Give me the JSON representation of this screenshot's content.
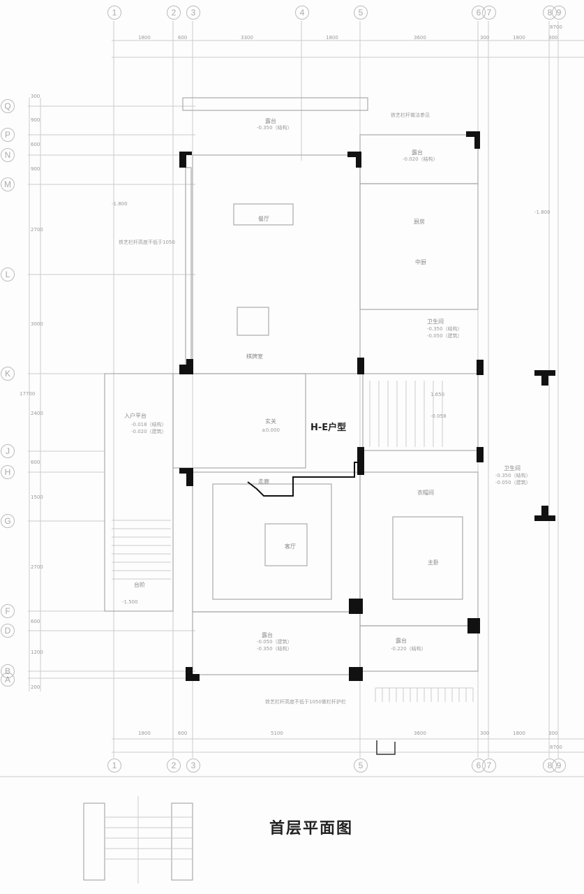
{
  "title": "首层平面图",
  "unit_type": "H-E户型",
  "col_axes": [
    "1",
    "2",
    "3",
    "4",
    "5",
    "6",
    "7",
    "8",
    "9"
  ],
  "row_axes": [
    "Q",
    "P",
    "N",
    "M",
    "L",
    "K",
    "J",
    "H",
    "G",
    "F",
    "D",
    "B",
    "A"
  ],
  "top_dims": [
    "1800",
    "600",
    "3300",
    "1800",
    "3600",
    "300",
    "1800",
    "300"
  ],
  "top_total": "8700",
  "bottom_dims": [
    "1800",
    "600",
    "5100",
    "3600",
    "300",
    "1800",
    "300"
  ],
  "bottom_total": "8700",
  "left_dims": [
    "300",
    "900",
    "600",
    "900",
    "2700",
    "3000",
    "2400",
    "600",
    "1500",
    "2700",
    "600",
    "1200",
    "200"
  ],
  "left_total": "17700",
  "rooms": {
    "terrace_top": "露台",
    "terrace_top_elev": "-0.350（结构）",
    "terrace_right": "露台",
    "terrace_right_elev": "-0.020（结构）",
    "dining": "餐厅",
    "kitchen": "厨房",
    "chinese_kitchen": "中厨",
    "tea": "棋牌室",
    "bath": "卫生间",
    "bath_elev1": "-0.350（结构）",
    "bath_elev2": "-0.050（建筑）",
    "entry_platform": "入户平台",
    "entry_elev1": "-0.018（结构）",
    "entry_elev2": "-0.020（建筑）",
    "foyer": "玄关",
    "foyer_elev": "±0.000",
    "stair_elev1": "1.650",
    "stair_elev2": "-0.058",
    "living": "客厅",
    "master": "主卧",
    "closet": "衣帽间",
    "corridor": "走廊",
    "terrace_bottom": "露台",
    "terrace_bottom_elev1": "-0.050（建筑）",
    "terrace_bottom_elev2": "-0.350（结构）",
    "terrace_br": "露台",
    "terrace_br_elev": "-0.220（结构）",
    "bath2": "卫生间",
    "bath2_elev1": "-0.350（结构）",
    "bath2_elev2": "-0.050（建筑）",
    "steps": "台阶",
    "steps_elev": "-1.500",
    "elev_left": "-1.800",
    "elev_right": "-1.800"
  },
  "notes": {
    "rail_top": "铁艺栏杆做法参见",
    "rail_left": "铁艺栏杆高度不低于1050",
    "rail_bottom": "铁艺栏杆高度不低于1050做栏杆护栏"
  }
}
